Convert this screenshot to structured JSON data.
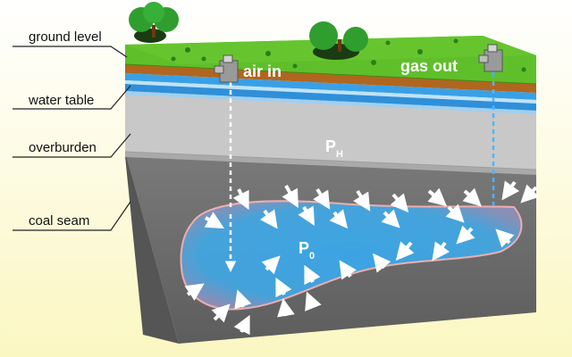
{
  "labels": {
    "ground_level": "ground level",
    "water_table": "water table",
    "overburden": "overburden",
    "coal_seam": "coal seam",
    "air_in": "air in",
    "gas_out": "gas out",
    "p_h_main": "P",
    "p_h_sub": "H",
    "p_0_main": "P",
    "p_0_sub": "0"
  },
  "colors": {
    "background_top": "#ffffff",
    "background_bottom": "#fbf7c2",
    "grass": "#5fbf2a",
    "soil": "#b0661f",
    "water": "#3aa0e6",
    "overburden": "#c9c9c9",
    "coal": "#6f6f6f",
    "cavity": "#39a8e8",
    "pipe_air": "#ffffff",
    "pipe_gas": "#4db3ff",
    "label_text": "#111111"
  },
  "icons": [
    "tree-icon",
    "well-head-icon",
    "arrow-icon"
  ]
}
